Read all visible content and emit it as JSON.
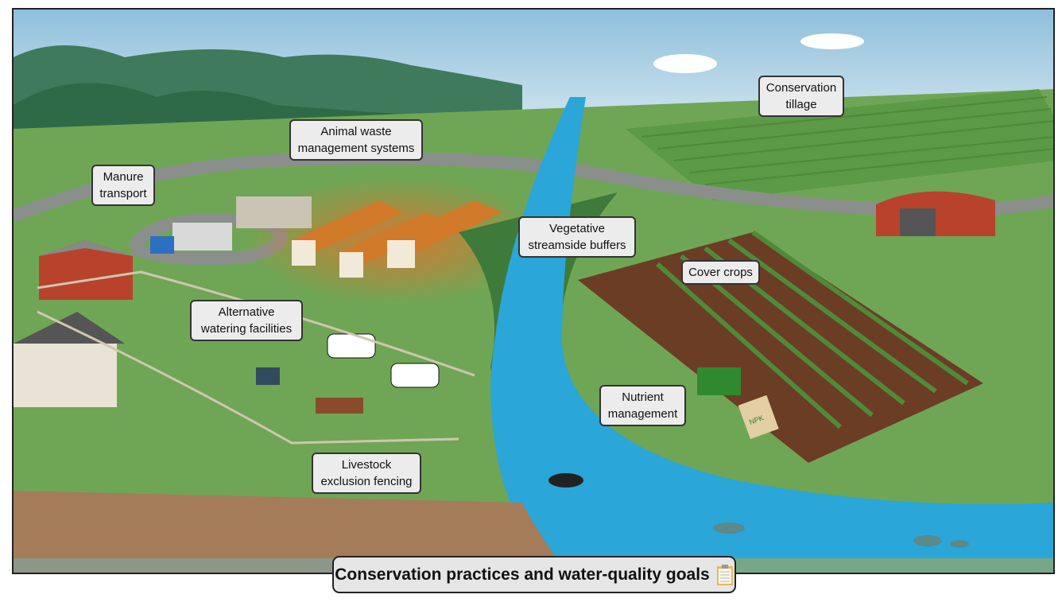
{
  "title": "Conservation practices and water-quality goals",
  "title_icon": "clipboard-icon",
  "labels": {
    "conservation_tillage": [
      "Conservation",
      "tillage"
    ],
    "animal_waste": [
      "Animal waste",
      "management systems"
    ],
    "manure_transport": [
      "Manure",
      "transport"
    ],
    "vegetative_buffers": [
      "Vegetative",
      "streamside buffers"
    ],
    "cover_crops": [
      "Cover crops"
    ],
    "alternative_watering": [
      "Alternative",
      "watering facilities"
    ],
    "nutrient_management": [
      "Nutrient",
      "management"
    ],
    "livestock_fencing": [
      "Livestock",
      "exclusion fencing"
    ]
  },
  "fertilizer_bag": "NPK",
  "colors": {
    "sky": "#a9cde4",
    "grass": "#6fa655",
    "river": "#2aa6d9",
    "soil": "#a47c5a",
    "barn": "#b8432a",
    "label_bg": "#ececec"
  }
}
